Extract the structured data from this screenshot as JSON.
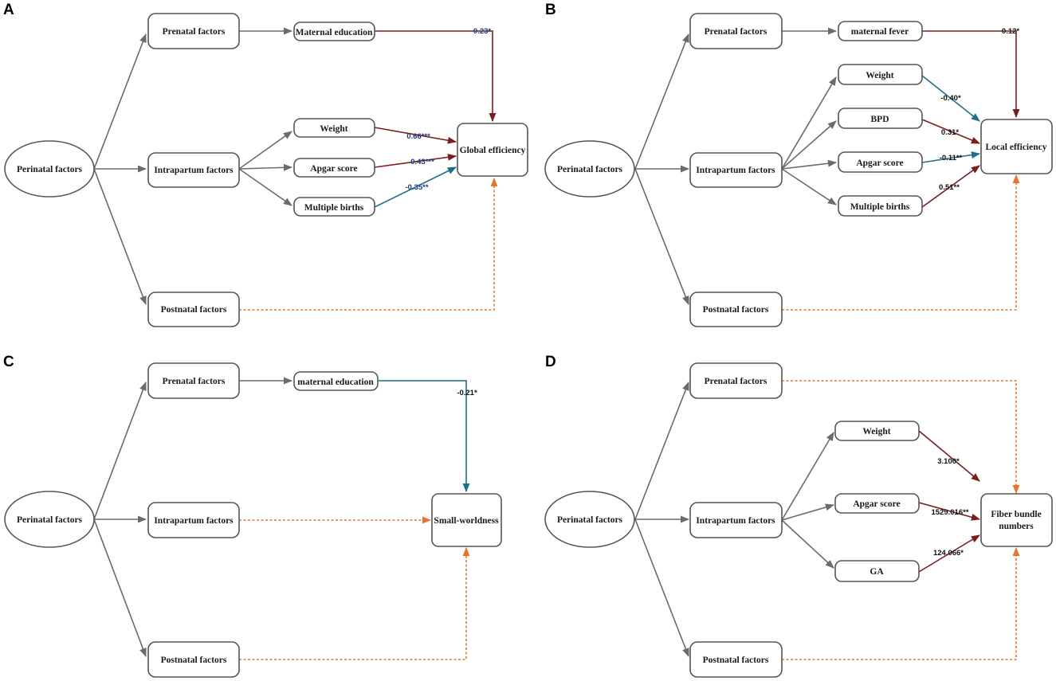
{
  "colors": {
    "gray": "#6b6b6b",
    "red": "#7b1d1d",
    "teal": "#1f6f86",
    "orange": "#e8742a",
    "coef_blue": "#1f3a7a",
    "coef_black": "#111111"
  },
  "panels": {
    "A": {
      "letter": "A",
      "perinatal": "Perinatal factors",
      "prenatal": "Prenatal factors",
      "intrapartum": "Intrapartum factors",
      "postnatal": "Postnatal factors",
      "mediator1": "Maternal education",
      "intra1": "Weight",
      "intra2": "Apgar score",
      "intra3": "Multiple births",
      "outcome": "Global efficiency",
      "coef_mediator1": "0.23*",
      "coef_intra1": "0.66***",
      "coef_intra2": "0.43***",
      "coef_intra3": "-0.35**"
    },
    "B": {
      "letter": "B",
      "perinatal": "Perinatal factors",
      "prenatal": "Prenatal factors",
      "intrapartum": "Intrapartum factors",
      "postnatal": "Postnatal factors",
      "mediator1": "maternal fever",
      "intra1": "Weight",
      "intra2": "BPD",
      "intra3": "Apgar score",
      "intra4": "Multiple births",
      "outcome": "Local efficiency",
      "coef_mediator1": "0.12*",
      "coef_intra1": "-0.40*",
      "coef_intra2": "0.31*",
      "coef_intra3": "-0.11**",
      "coef_intra4": "0.51**"
    },
    "C": {
      "letter": "C",
      "perinatal": "Perinatal factors",
      "prenatal": "Prenatal factors",
      "intrapartum": "Intrapartum factors",
      "postnatal": "Postnatal factors",
      "mediator1": "maternal education",
      "outcome": "Small-worldness",
      "coef_mediator1": "-0.21*"
    },
    "D": {
      "letter": "D",
      "perinatal": "Perinatal factors",
      "prenatal": "Prenatal factors",
      "intrapartum": "Intrapartum factors",
      "postnatal": "Postnatal factors",
      "intra1": "Weight",
      "intra2": "Apgar score",
      "intra3": "GA",
      "outcome_line1": "Fiber bundle",
      "outcome_line2": "numbers",
      "coef_intra1": "3.100*",
      "coef_intra2": "1529.016**",
      "coef_intra3": "124.066*"
    }
  }
}
